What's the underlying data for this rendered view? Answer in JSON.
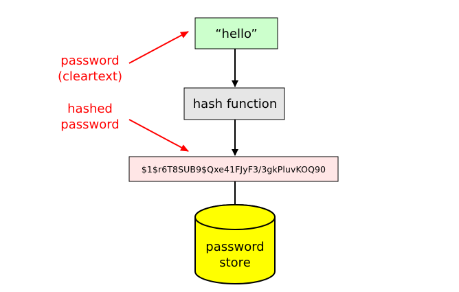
{
  "nodes": {
    "cleartext_box": {
      "label": "“hello”",
      "fill": "#ccffcc"
    },
    "hash_function_box": {
      "label": "hash function",
      "fill": "#e6e6e6"
    },
    "hashed_value_box": {
      "label": "$1$r6T8SUB9$Qxe41FJyF3/3gkPluvKOQ90",
      "fill": "#ffe6e6"
    },
    "password_store": {
      "line1": "password",
      "line2": "store",
      "fill": "#ffff00"
    }
  },
  "annotations": {
    "cleartext": {
      "line1": "password",
      "line2": "(cleartext)"
    },
    "hashed": {
      "line1": "hashed",
      "line2": "password"
    },
    "color": "#ff0000"
  },
  "icons": {
    "flow_arrow": "arrow-down",
    "annotation_arrow": "arrow-pointer",
    "store_shape": "database-cylinder"
  }
}
